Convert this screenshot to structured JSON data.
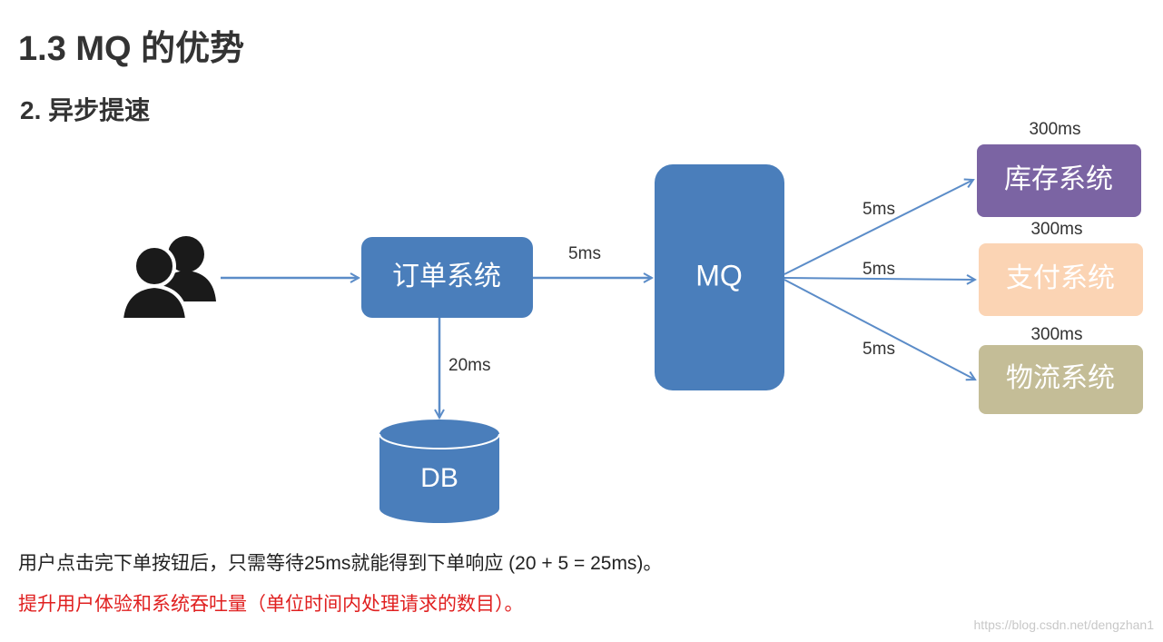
{
  "title": "1.3 MQ 的优势",
  "subtitle": "2. 异步提速",
  "diagram": {
    "order_system": "订单系统",
    "mq": "MQ",
    "db": "DB",
    "inventory_system": "库存系统",
    "payment_system": "支付系统",
    "logistics_system": "物流系统",
    "order_to_mq_time": "5ms",
    "order_to_db_time": "20ms",
    "mq_to_inventory_time": "5ms",
    "mq_to_payment_time": "5ms",
    "mq_to_logistics_time": "5ms",
    "inventory_time": "300ms",
    "payment_time": "300ms",
    "logistics_time": "300ms"
  },
  "colors": {
    "blue": "#4a7ebb",
    "inventory": "#7b64a3",
    "payment": "#fbd4b4",
    "logistics": "#c4bd97",
    "note_red": "#e02020"
  },
  "notes": {
    "line1": "用户点击完下单按钮后，只需等待25ms就能得到下单响应 (20 + 5 = 25ms)。",
    "line2": "提升用户体验和系统吞吐量（单位时间内处理请求的数目）。"
  },
  "watermark": "https://blog.csdn.net/dengzhan1"
}
